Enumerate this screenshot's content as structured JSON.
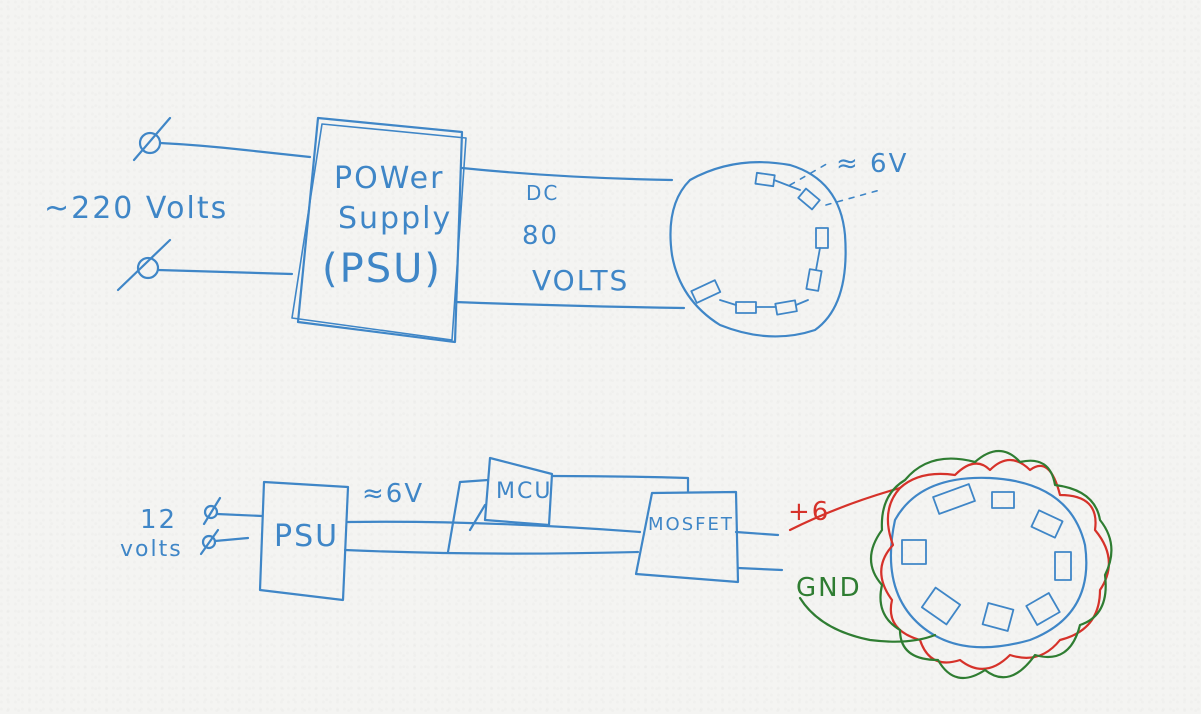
{
  "colors": {
    "blue": "#3f86c7",
    "red": "#d6322a",
    "green": "#2f7d32",
    "paper": "#f4f4f2"
  },
  "top": {
    "mains_label": "~220 Volts",
    "psu_line1": "POWer",
    "psu_line2": "Supply",
    "psu_line3": "(PSU)",
    "dc_label": "DC",
    "dc_value": "80",
    "volts_label": "VOLTS",
    "led_voltage": "≈ 6V",
    "ac_terminal_symbol": "Ø"
  },
  "bottom": {
    "input_value": "12",
    "input_unit": "volts",
    "psu_label": "PSU",
    "psu_output": "≈6V",
    "mcu_label": "MCU",
    "mosfet_label": "MOSFET",
    "positive_label": "+6",
    "ground_label": "GND",
    "terminal_symbol": "Ø"
  }
}
